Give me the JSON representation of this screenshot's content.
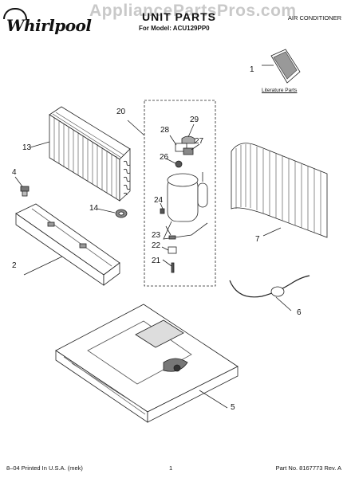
{
  "header": {
    "brand": "Whirlpool",
    "watermark": "AppliancePartsPros.com",
    "title": "UNIT PARTS",
    "model": "For Model: ACU129PP0",
    "category": "AIR CONDITIONER"
  },
  "literature_label": "Literature Parts",
  "callouts": [
    "1",
    "2",
    "4",
    "5",
    "6",
    "7",
    "13",
    "14",
    "20",
    "21",
    "22",
    "23",
    "24",
    "26",
    "27",
    "28",
    "29"
  ],
  "footer": {
    "left": "8–04 Printed In U.S.A. (mek)",
    "page": "1",
    "part_number": "Part No. 8167773 Rev. A"
  }
}
